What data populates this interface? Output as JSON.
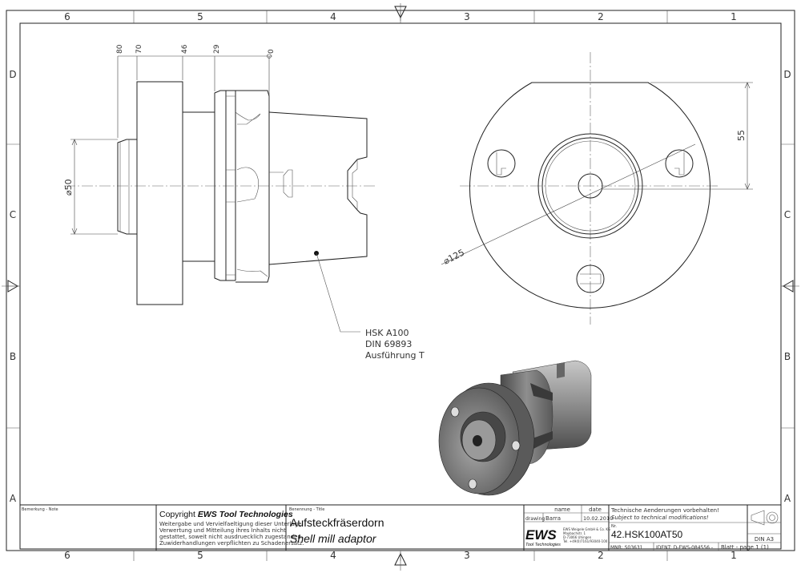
{
  "frame": {
    "columns": [
      "6",
      "5",
      "4",
      "3",
      "2",
      "1"
    ],
    "rows": [
      "D",
      "C",
      "B",
      "A"
    ]
  },
  "side_view": {
    "dims_top": [
      "80",
      "70",
      "46",
      "29",
      "0"
    ],
    "dim_diameter": "⌀50",
    "callout": [
      "HSK A100",
      "DIN 69893",
      "Ausführung T"
    ]
  },
  "front_view": {
    "dim_diameter": "⌀125",
    "dim_height": "55"
  },
  "title_block": {
    "remark_label": "Bemerkung - Note",
    "copyright_prefix": "Copyright",
    "copyright_brand": "EWS Tool Technologies",
    "copyright_lines": [
      "Weitergabe und Vervielfaeltigung dieser Unterlage,",
      "Verwertung und Mitteilung ihres Inhalts nicht",
      "gestattet, soweit nicht ausdruecklich zugestanden.",
      "Zuwiderhandlungen verpflichten zu Schadenersatz."
    ],
    "title_label": "Benennung - Title",
    "title_de": "Aufsteckfräserdorn",
    "title_en": "Shell mill adaptor",
    "col_name": "name",
    "col_date": "date",
    "row_drawing": "drawing",
    "drawn_by": "Barra",
    "drawn_date": "10.02.2010",
    "logo_text": "EWS",
    "logo_sub": "Tool Technologies",
    "company_lines": [
      "EWS Weigele GmbH & Co. KG",
      "Maybachstr. 1",
      "D-73066 Uhingen",
      "Tel. +49(0)7161/93040-100"
    ],
    "notice_de": "Technische Aenderungen vorbehalten!",
    "notice_en": "Subject to technical modifications!",
    "nr_label": "Nr.",
    "part_number": "42.HSK100AT50",
    "mnr": "MNR: S03631",
    "ident": "IDENT: D-EWS-084556 -",
    "sheet": "Blatt - page 1 (1)",
    "format": "DIN A3"
  }
}
